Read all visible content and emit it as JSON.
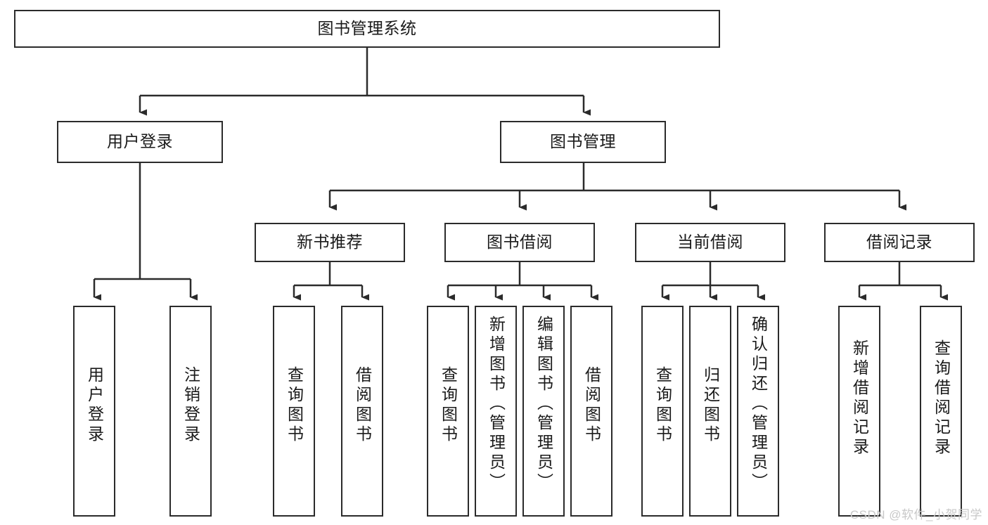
{
  "diagram": {
    "kind": "function-structure-tree",
    "root": {
      "id": "root",
      "label": "图书管理系统"
    },
    "level2": [
      {
        "id": "user-login",
        "label": "用户登录"
      },
      {
        "id": "book-manage",
        "label": "图书管理"
      }
    ],
    "level3": [
      {
        "id": "new-book-rec",
        "label": "新书推荐"
      },
      {
        "id": "book-borrow",
        "label": "图书借阅"
      },
      {
        "id": "current-borrow",
        "label": "当前借阅"
      },
      {
        "id": "borrow-record",
        "label": "借阅记录"
      }
    ],
    "leaves": [
      {
        "id": "leaf-user-login",
        "label": "用户登录",
        "parent": "user-login"
      },
      {
        "id": "leaf-logout",
        "label": "注销登录",
        "parent": "user-login"
      },
      {
        "id": "leaf-query-book-1",
        "label": "查询图书",
        "parent": "new-book-rec"
      },
      {
        "id": "leaf-borrow-book-1",
        "label": "借阅图书",
        "parent": "new-book-rec"
      },
      {
        "id": "leaf-query-book-2",
        "label": "查询图书",
        "parent": "book-borrow"
      },
      {
        "id": "leaf-add-book",
        "label": "新增图书（管理员）",
        "parent": "book-borrow"
      },
      {
        "id": "leaf-edit-book",
        "label": "编辑图书（管理员）",
        "parent": "book-borrow"
      },
      {
        "id": "leaf-borrow-book-2",
        "label": "借阅图书",
        "parent": "book-borrow"
      },
      {
        "id": "leaf-query-book-3",
        "label": "查询图书",
        "parent": "current-borrow"
      },
      {
        "id": "leaf-return-book",
        "label": "归还图书",
        "parent": "current-borrow"
      },
      {
        "id": "leaf-confirm-return",
        "label": "确认归还（管理员）",
        "parent": "current-borrow"
      },
      {
        "id": "leaf-add-record",
        "label": "新增借阅记录",
        "parent": "borrow-record"
      },
      {
        "id": "leaf-query-record",
        "label": "查询借阅记录",
        "parent": "borrow-record"
      }
    ]
  },
  "watermark": {
    "text": "CSDN @软件_小贺同学"
  },
  "colors": {
    "background": "#ffffff",
    "box_border": "#2b2b2b",
    "box_fill": "#ffffff",
    "connector": "#2b2b2b",
    "text": "#1a1a1a",
    "watermark": "#c8c8c8"
  }
}
